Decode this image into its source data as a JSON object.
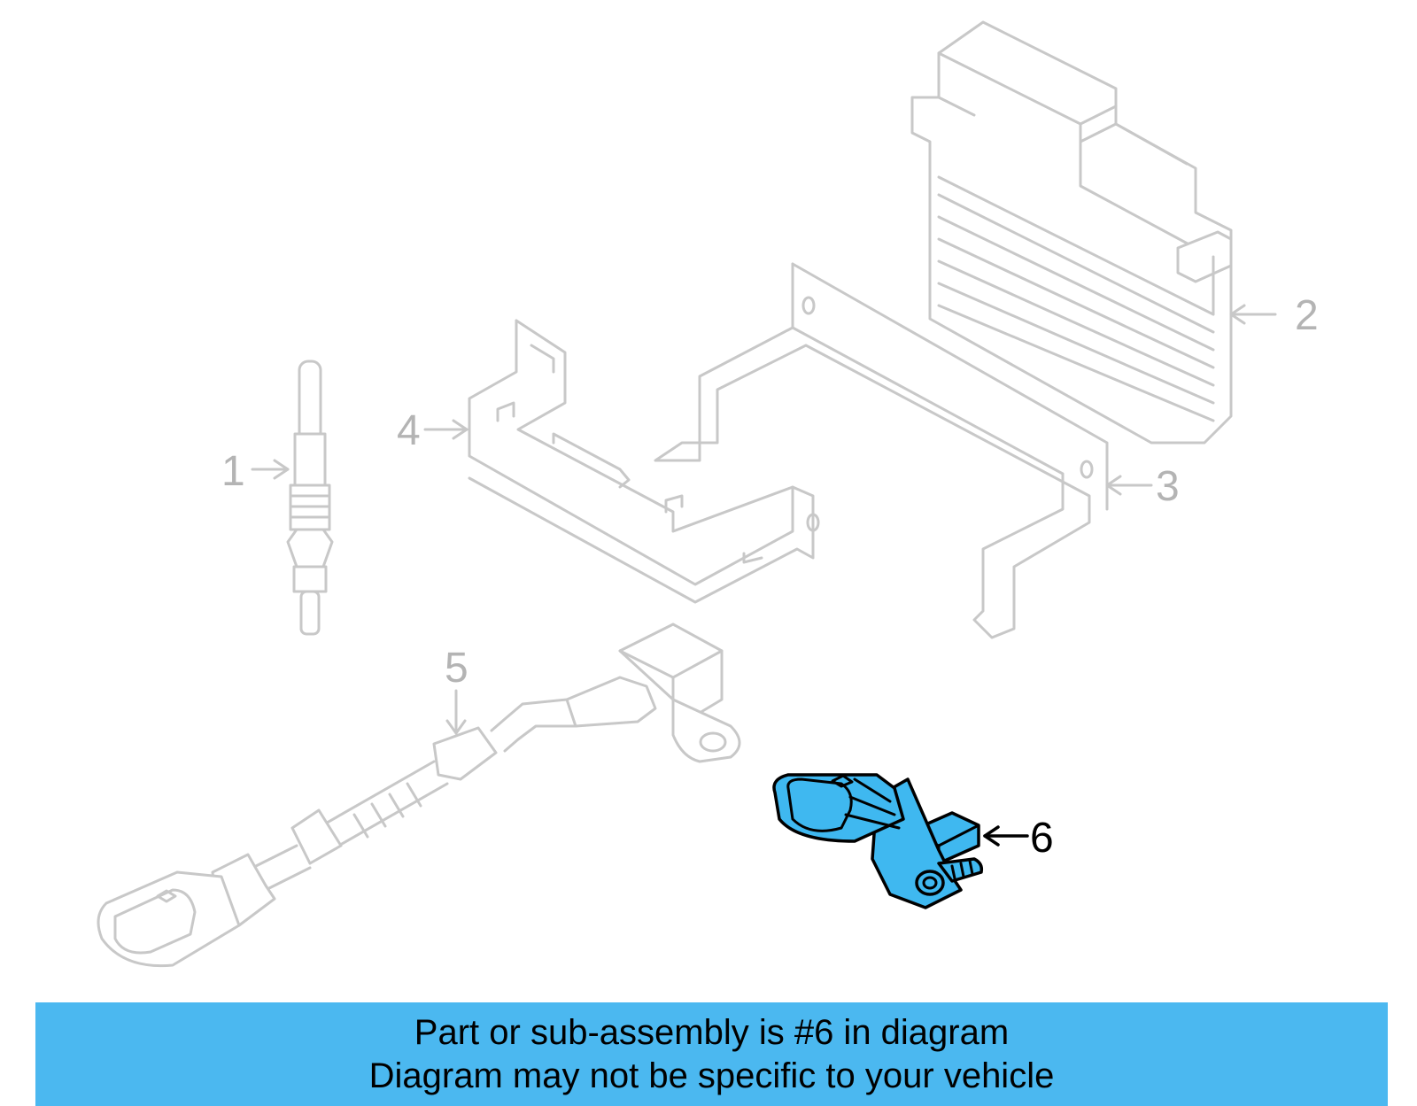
{
  "callouts": {
    "c1": "1",
    "c2": "2",
    "c3": "3",
    "c4": "4",
    "c5": "5",
    "c6": "6"
  },
  "banner": {
    "line1": "Part or sub-assembly is #6 in diagram",
    "line2": "Diagram may not be specific to your vehicle"
  },
  "colors": {
    "highlight": "#4bb8f0",
    "faint_line": "#c8c8c8"
  }
}
